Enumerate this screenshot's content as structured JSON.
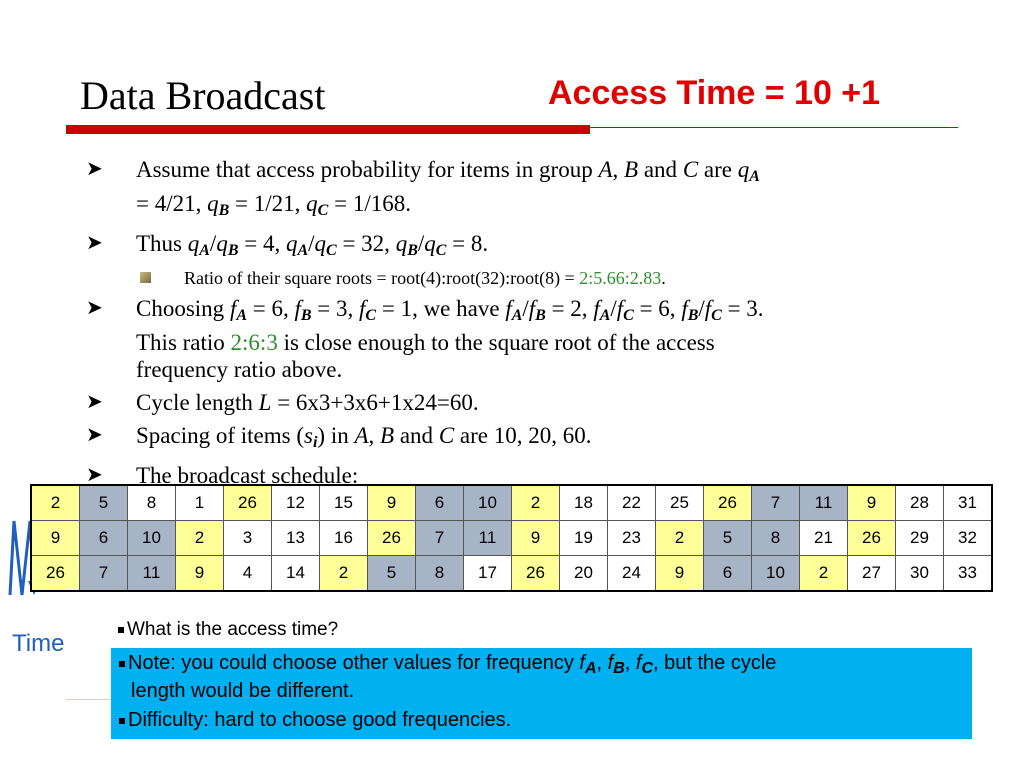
{
  "header": {
    "title": "Data Broadcast",
    "subtitle": "Access Time = 10 +1"
  },
  "bullets": {
    "b1": {
      "t1": "Assume that access probability for items in group ",
      "A": "A",
      "comma": ", ",
      "B": "B",
      "and": " and ",
      "C": "C",
      "are": " are ",
      "q": "q",
      "subA": "A",
      "line2a": "= 4/21, ",
      "q2": "q",
      "subB": "B",
      "line2b": " = 1/21, ",
      "q3": "q",
      "subC": "C",
      "line2c": " = 1/168."
    },
    "b2": {
      "t1": "Thus ",
      "q1": "q",
      "s1": "A",
      "sl1": "/",
      "q2": "q",
      "s2": "B",
      "eq1": " = 4, ",
      "q3": "q",
      "s3": "A",
      "sl2": "/",
      "q4": "q",
      "s4": "C",
      "eq2": " = 32, ",
      "q5": "q",
      "s5": "B",
      "sl3": "/",
      "q6": "q",
      "s6": "C",
      "eq3": " = 8."
    },
    "sub1": {
      "text": "Ratio of their square roots = root(4):root(32):root(8) = ",
      "ratio": "2:5.66:2.83",
      "end": "."
    },
    "b3": {
      "t1": "Choosing ",
      "f1": "f",
      "s1": "A",
      "eq1": " = 6, ",
      "f2": "f",
      "s2": "B",
      "eq2": " = 3, ",
      "f3": "f",
      "s3": "C",
      "eq3": " = 1, we have ",
      "f4": "f",
      "s4": "A",
      "sl1": "/",
      "f5": "f",
      "s5": "B",
      "eq4": " = 2, ",
      "f6": "f",
      "s6": "A",
      "sl2": "/",
      "f7": "f",
      "s7": "C",
      "eq5": " = 6, ",
      "f8": "f",
      "s8": "B",
      "sl3": "/",
      "f9": "f",
      "s9": "C",
      "eq6": " = 3.",
      "l2a": "This ratio ",
      "ratio": "2:6:3",
      "l2b": " is close enough to the square root of the access",
      "l3": "frequency ratio above."
    },
    "b4": {
      "t1": "Cycle length ",
      "L": "L",
      "t2": " = 6x3+3x6+1x24=60."
    },
    "b5": {
      "t1": "Spacing of items (",
      "s": "s",
      "i": "i",
      "t2": ") in ",
      "A": "A",
      "comma": ", ",
      "B": "B",
      "and": " and ",
      "C": "C",
      "t3": " are 10, 20, 60."
    },
    "b6": {
      "t1": "The broadcast schedule:"
    }
  },
  "schedule": {
    "row1": [
      "2",
      "5",
      "8",
      "1",
      "26",
      "12",
      "15",
      "9",
      "6",
      "10",
      "2",
      "18",
      "22",
      "25",
      "26",
      "7",
      "11",
      "9",
      "28",
      "31"
    ],
    "row2": [
      "9",
      "6",
      "10",
      "2",
      "3",
      "13",
      "16",
      "26",
      "7",
      "11",
      "9",
      "19",
      "23",
      "2",
      "5",
      "8",
      "21",
      "26",
      "29",
      "32"
    ],
    "row3": [
      "26",
      "7",
      "11",
      "9",
      "4",
      "14",
      "2",
      "5",
      "8",
      "17",
      "26",
      "20",
      "24",
      "9",
      "6",
      "10",
      "2",
      "27",
      "30",
      "33"
    ]
  },
  "time_label": "Time",
  "question": "What is the access time?",
  "note": {
    "t1": "Note: you could choose other values for frequency ",
    "f1": "f",
    "s1": "A",
    "c1": ", ",
    "f2": "f",
    "s2": "B",
    "c2": ", ",
    "f3": "f",
    "s3": "C",
    "t2": ", but the cycle",
    "t3": "length would be different.",
    "diff": "Difficulty: hard to choose good frequencies."
  },
  "colors": {
    "title_red": "#e00000",
    "bar_red": "#cc0000",
    "group_yellow": "#ffff99",
    "group_gray": "#a7b4c6",
    "note_blue": "#00b0f0",
    "time_blue": "#1f5fbf",
    "ratio_green": "#2f8f2f"
  },
  "icons": [
    "arrow-bullet-icon",
    "square-bullet-icon",
    "zigzag-arrow-icon"
  ]
}
